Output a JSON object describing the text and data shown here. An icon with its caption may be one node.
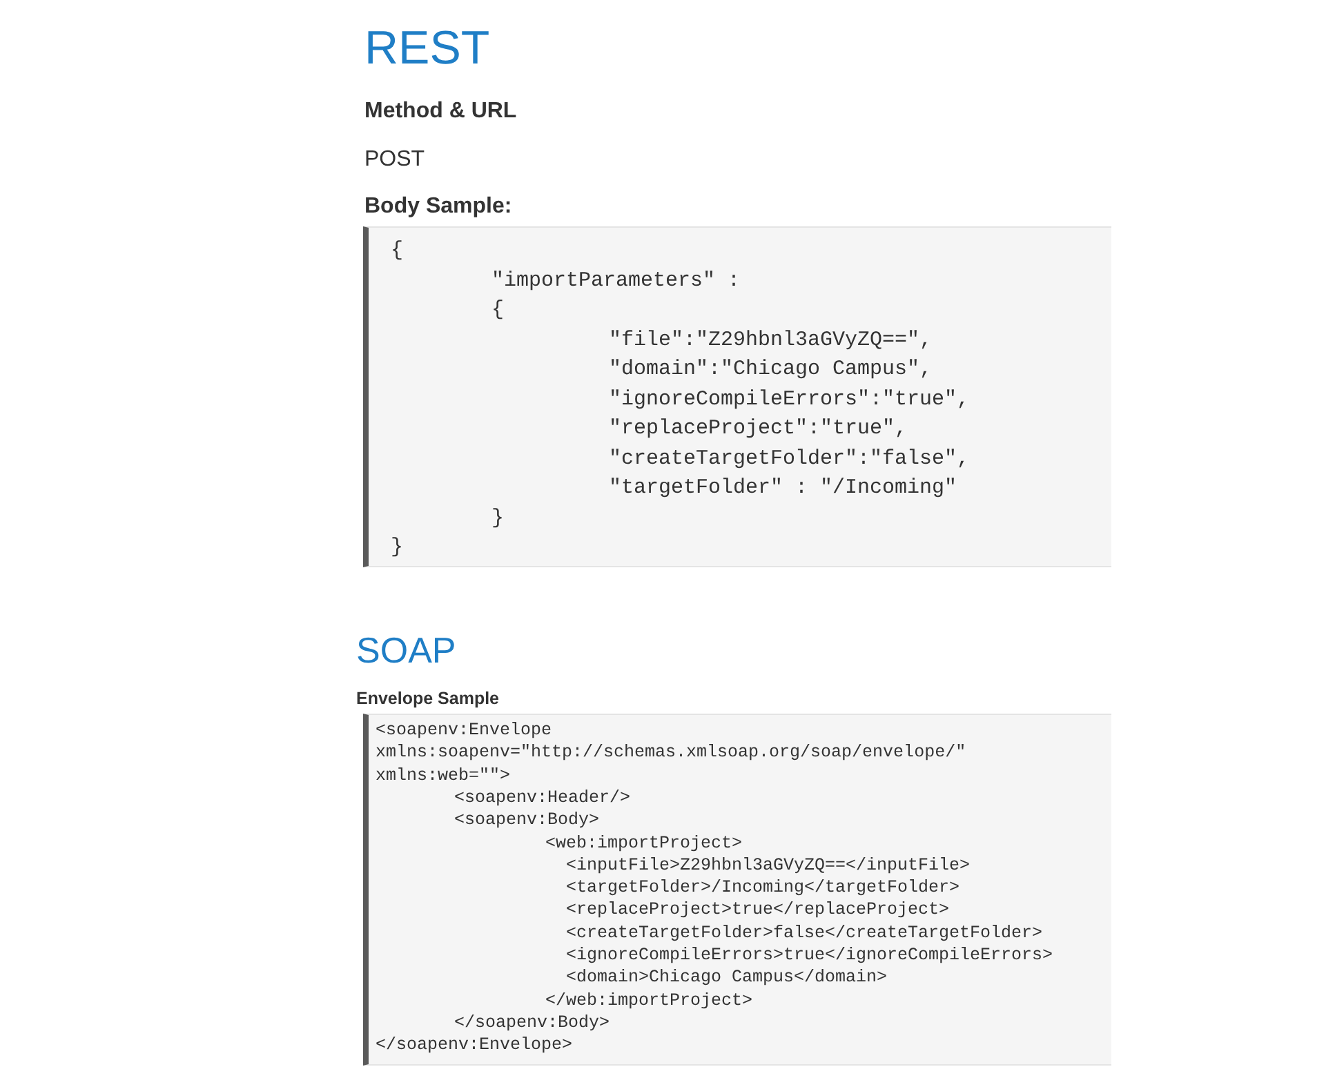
{
  "diagram": {
    "nodes": [
      {
        "text": [
          "{",
          "\"importParameters\" :",
          "{",
          "\"file\":\"Z29hbnl3aGVyZQ==\",",
          "\"domain\":\"Chicago Campus\",",
          "\"ignoreCompileErrors\":\"true\",",
          "\"replaceProject\":\"true\",",
          "\"createTargetFolder\":\"false\",",
          "\"targetFolder\" : \"/Incoming\"",
          "}",
          "}"
        ]
      },
      {
        "text": [
          "<soapenv:Envelope",
          "xmlns:soapenv=\"http://schemas.xmlsoap.org/soap/envelope/\"",
          "xmlns:web=\"\">",
          "<soapenv:Header/>",
          "<soapenv:Body>",
          "<web:importProject>",
          "<inputFile>Z29hbnl3aGVyZQ==</inputFile>",
          "<targetFolder>/Incoming</targetFolder>",
          "<replaceProject>true</replaceProject>",
          "<createTargetFolder>false</createTargetFolder>",
          "<ignoreCompileErrors>true</ignoreCompileErrors>",
          "<domain>Chicago Campus</domain>",
          "</web:importProject>",
          "</soapenv:Body>",
          "</soapenv:Envelope>"
        ]
      }
    ],
    "labels": [
      "REST",
      "Method & URL",
      "POST",
      "Body Sample:",
      "SOAP",
      "Envelope Sample"
    ]
  }
}
